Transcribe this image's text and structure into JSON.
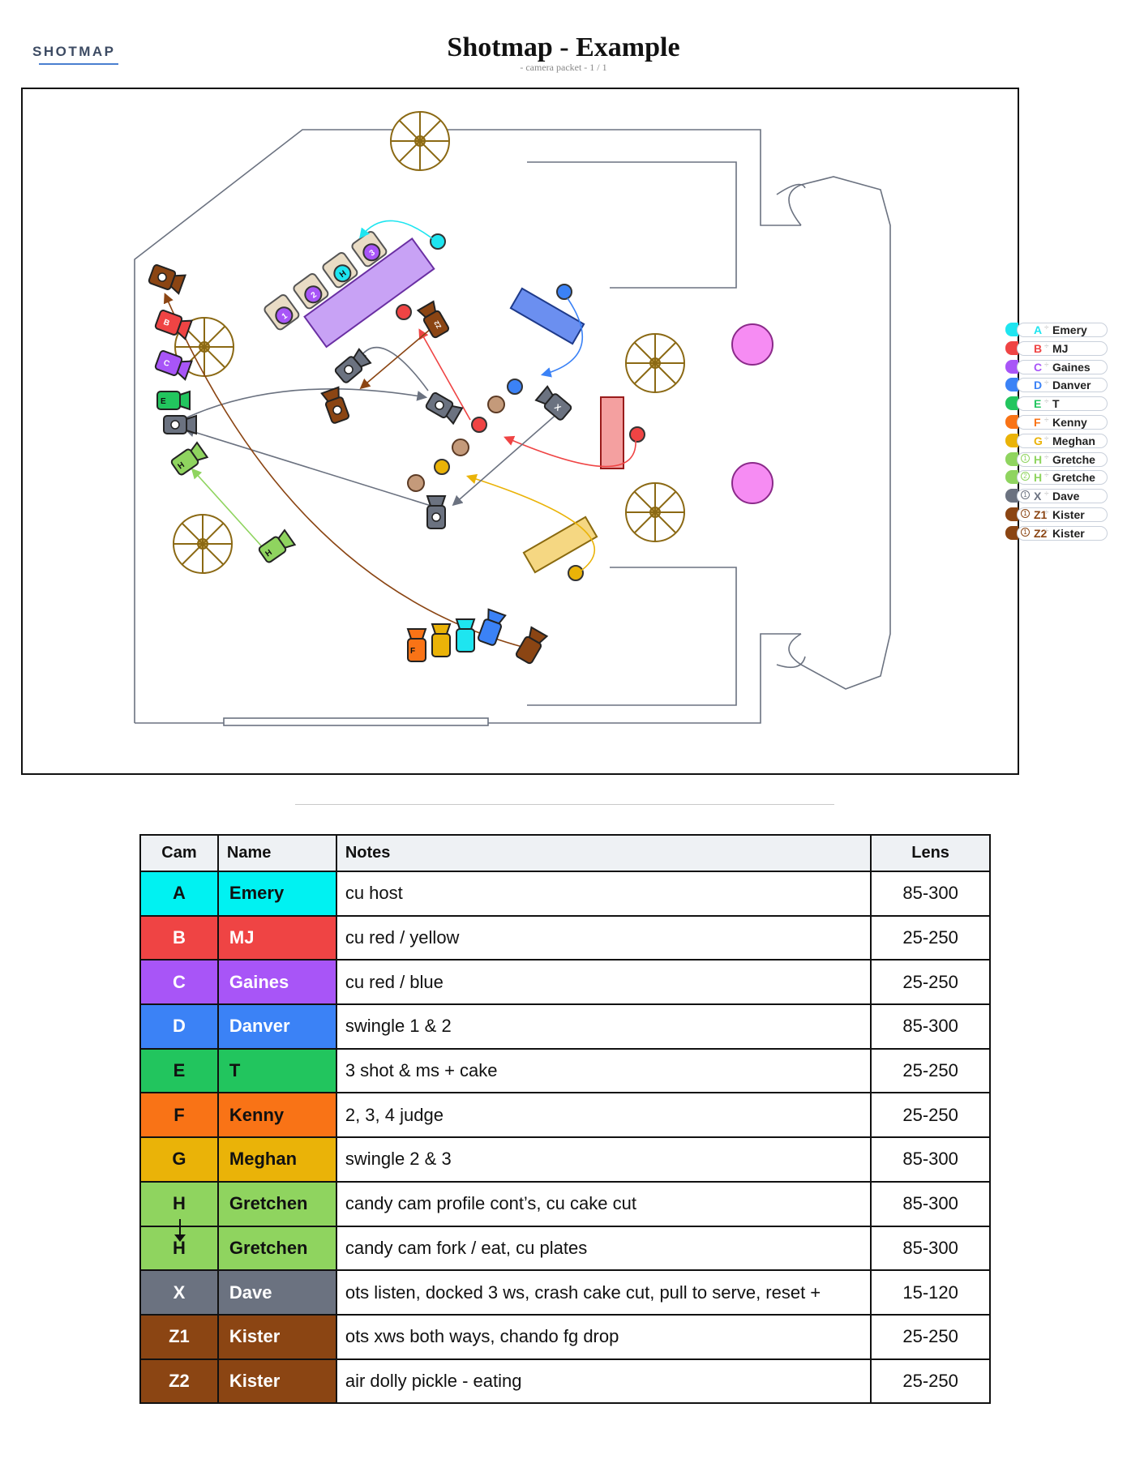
{
  "brand": "SHOTMAP",
  "title": "Shotmap - Example",
  "subtitle": "- camera packet -   1 / 1",
  "legend": [
    {
      "cam": "A",
      "name": "Emery",
      "color": "#1ee5f0",
      "num": ""
    },
    {
      "cam": "B",
      "name": "MJ",
      "color": "#ef4444",
      "num": ""
    },
    {
      "cam": "C",
      "name": "Gaines",
      "color": "#a855f7",
      "num": ""
    },
    {
      "cam": "D",
      "name": "Danver",
      "color": "#3b82f6",
      "num": ""
    },
    {
      "cam": "E",
      "name": "T",
      "color": "#22c55e",
      "num": ""
    },
    {
      "cam": "F",
      "name": "Kenny",
      "color": "#f97316",
      "num": ""
    },
    {
      "cam": "G",
      "name": "Meghan",
      "color": "#eab308",
      "num": ""
    },
    {
      "cam": "H",
      "name": "Gretche",
      "color": "#8fd45f",
      "num": "1"
    },
    {
      "cam": "H",
      "name": "Gretche",
      "color": "#8fd45f",
      "num": "2"
    },
    {
      "cam": "X",
      "name": "Dave",
      "color": "#6b7280",
      "num": "1"
    },
    {
      "cam": "Z1",
      "name": "Kister",
      "color": "#8b4513",
      "num": "1"
    },
    {
      "cam": "Z2",
      "name": "Kister",
      "color": "#8b4513",
      "num": "1"
    }
  ],
  "diagram": {
    "seat_labels": [
      "1",
      "2",
      "H",
      "3"
    ]
  },
  "table": {
    "headers": {
      "cam": "Cam",
      "name": "Name",
      "notes": "Notes",
      "lens": "Lens"
    },
    "rows": [
      {
        "cam": "A",
        "name": "Emery",
        "notes": "cu host",
        "lens": "85-300",
        "bg": "#00f2f2",
        "fg": "#111111"
      },
      {
        "cam": "B",
        "name": "MJ",
        "notes": "cu red / yellow",
        "lens": "25-250",
        "bg": "#ef4444",
        "fg": "#ffffff"
      },
      {
        "cam": "C",
        "name": "Gaines",
        "notes": "cu red / blue",
        "lens": "25-250",
        "bg": "#a855f7",
        "fg": "#ffffff"
      },
      {
        "cam": "D",
        "name": "Danver",
        "notes": "swingle 1 & 2",
        "lens": "85-300",
        "bg": "#3b82f6",
        "fg": "#ffffff"
      },
      {
        "cam": "E",
        "name": "T",
        "notes": "3 shot & ms + cake",
        "lens": "25-250",
        "bg": "#22c55e",
        "fg": "#111111"
      },
      {
        "cam": "F",
        "name": "Kenny",
        "notes": "2, 3, 4 judge",
        "lens": "25-250",
        "bg": "#f97316",
        "fg": "#111111"
      },
      {
        "cam": "G",
        "name": "Meghan",
        "notes": "swingle 2 & 3",
        "lens": "85-300",
        "bg": "#eab308",
        "fg": "#111111"
      },
      {
        "cam": "H",
        "name": "Gretchen",
        "notes": "candy cam profile cont’s, cu cake cut",
        "lens": "85-300",
        "bg": "#8fd45f",
        "fg": "#111111"
      },
      {
        "cam": "H",
        "name": "Gretchen",
        "notes": "candy cam fork / eat, cu plates",
        "lens": "85-300",
        "bg": "#8fd45f",
        "fg": "#111111"
      },
      {
        "cam": "X",
        "name": "Dave",
        "notes": "ots listen, docked 3 ws, crash cake cut, pull to serve, reset +",
        "lens": "15-120",
        "bg": "#6b7280",
        "fg": "#ffffff"
      },
      {
        "cam": "Z1",
        "name": "Kister",
        "notes": "ots xws both ways, chando fg drop",
        "lens": "25-250",
        "bg": "#8b4513",
        "fg": "#ffffff"
      },
      {
        "cam": "Z2",
        "name": "Kister",
        "notes": "air dolly pickle - eating",
        "lens": "25-250",
        "bg": "#8b4513",
        "fg": "#ffffff"
      }
    ]
  }
}
